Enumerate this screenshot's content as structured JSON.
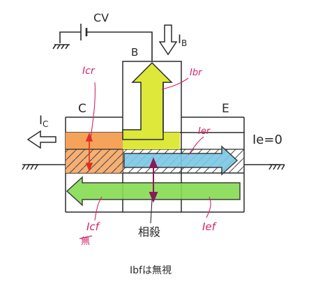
{
  "labels": {
    "cv": "CV",
    "ib": "I",
    "ib_sub": "B",
    "b": "B",
    "c": "C",
    "e": "E",
    "ic": "I",
    "ic_sub": "C",
    "ie_zero": "Ie=0",
    "icr": "Icr",
    "ibr": "Ibr",
    "ier": "Ier",
    "icf": "Icf",
    "ief": "Ief",
    "cancel": "相殺",
    "under_icf": "無",
    "footnote": "Ibfは無視"
  },
  "colors": {
    "ink": "#2a2a2a",
    "pink": "#d4246a",
    "orange": "#f5a25a",
    "yellow": "#dde83a",
    "cyan": "#7cc8e6",
    "green": "#86dc52",
    "purple": "#8a1a5a",
    "red": "#e0301e"
  }
}
